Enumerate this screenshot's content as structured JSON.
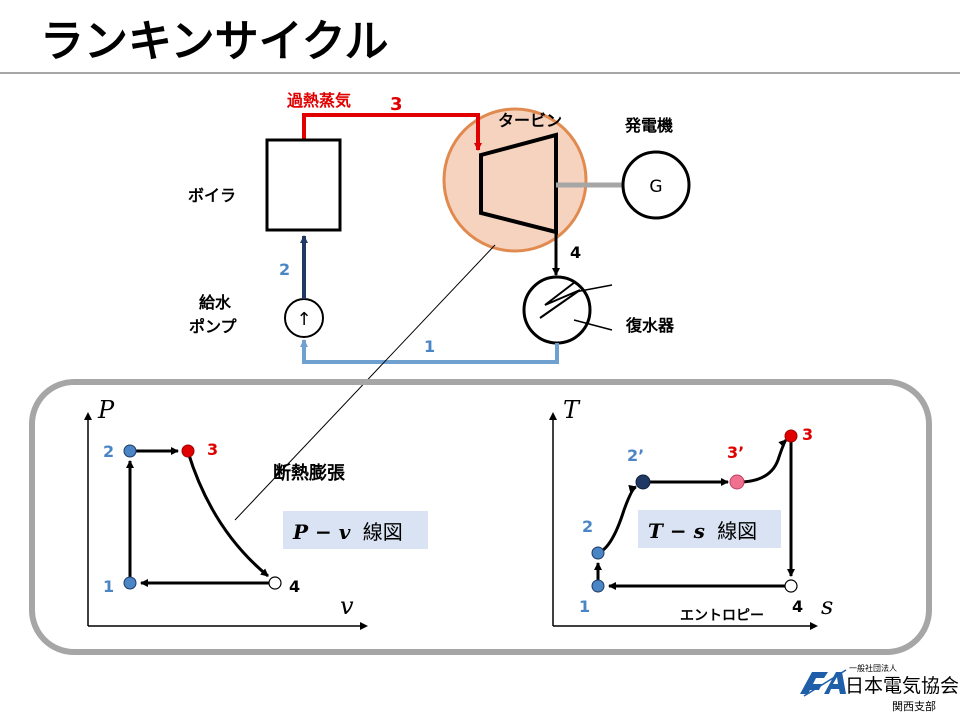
{
  "title": "ランキンサイクル",
  "colors": {
    "steam_line": "#e00000",
    "feed_line": "#1f3864",
    "return_line": "#6fa0d0",
    "turbine_highlight": "#f6d3bf",
    "turbine_highlight_border": "#e08a4f",
    "panel_border": "#a6a6a6",
    "label_box": "#dae3f3",
    "number_blue": "#4a86c5",
    "number_red": "#e00000",
    "logo_blue": "#1f5ea8"
  },
  "cycle_diagram": {
    "superheated_steam_label": "過熱蒸気",
    "boiler_label": "ボイラ",
    "turbine_label": "タービン",
    "generator_label": "発電機",
    "generator_symbol": "G",
    "pump_label_line1": "給水",
    "pump_label_line2": "ポンプ",
    "pump_symbol": "↑",
    "condenser_label": "復水器",
    "state_1": "1",
    "state_2": "2",
    "state_3": "3",
    "state_4": "4"
  },
  "pv_chart": {
    "y_axis": "P",
    "x_axis": "v",
    "caption_main": "P − v",
    "caption_suffix": "線図",
    "adiabatic_label": "断熱膨張",
    "points": [
      "1",
      "2",
      "3",
      "4"
    ]
  },
  "ts_chart": {
    "y_axis": "T",
    "x_axis": "s",
    "x_axis_name": "エントロピー",
    "caption_main": "T − s",
    "caption_suffix": "線図",
    "points": [
      "1",
      "2",
      "2’",
      "3’",
      "3",
      "4"
    ]
  },
  "logo": {
    "small_text": "一般社団法人",
    "main_text": "日本電気協会",
    "branch_text": "関西支部"
  }
}
